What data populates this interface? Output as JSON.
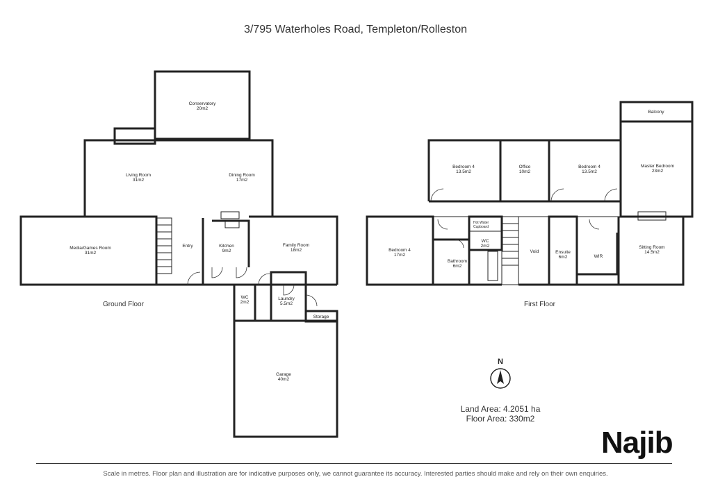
{
  "title": "3/795 Waterholes Road, Templeton/Rolleston",
  "ground_floor": {
    "label": "Ground Floor",
    "rooms": {
      "conservatory": {
        "name": "Conservatory",
        "area": "20m2"
      },
      "living": {
        "name": "Living Room",
        "area": "31m2"
      },
      "dining": {
        "name": "Dining Room",
        "area": "17m2"
      },
      "media": {
        "name": "Media/Games Room",
        "area": "31m2"
      },
      "entry": {
        "name": "Entry"
      },
      "kitchen": {
        "name": "Kitchen",
        "area": "9m2"
      },
      "family": {
        "name": "Family Room",
        "area": "18m2"
      },
      "wc": {
        "name": "WC",
        "area": "2m2"
      },
      "laundry": {
        "name": "Laundry",
        "area": "5.5m2"
      },
      "storage": {
        "name": "Storage"
      },
      "garage": {
        "name": "Garage",
        "area": "40m2"
      }
    }
  },
  "first_floor": {
    "label": "First Floor",
    "rooms": {
      "balcony": {
        "name": "Balcony"
      },
      "bed4a": {
        "name": "Bedroom 4",
        "area": "13.5m2"
      },
      "office": {
        "name": "Office",
        "area": "10m2"
      },
      "bed4b": {
        "name": "Bedroom 4",
        "area": "13.5m2"
      },
      "master": {
        "name": "Master Bedroom",
        "area": "23m2"
      },
      "bed4c": {
        "name": "Bedroom 4",
        "area": "17m2"
      },
      "hwc": {
        "name": "Hot Water",
        "name2": "Cupboard"
      },
      "wc": {
        "name": "WC",
        "area": "2m2"
      },
      "bathroom": {
        "name": "Bathroom",
        "area": "6m2"
      },
      "void": {
        "name": "Void"
      },
      "ensuite": {
        "name": "Ensuite",
        "area": "6m2"
      },
      "wir": {
        "name": "WIR"
      },
      "sitting": {
        "name": "Sitting Room",
        "area": "14.5m2"
      }
    }
  },
  "compass_label": "N",
  "land_area": "Land Area: 4.2051 ha",
  "floor_area": "Floor Area: 330m2",
  "logo": "Najib",
  "disclaimer": "Scale in metres.  Floor plan and illustration are for indicative purposes only, we cannot guarantee its accuracy.  Interested parties should make and rely on their own enquiries."
}
